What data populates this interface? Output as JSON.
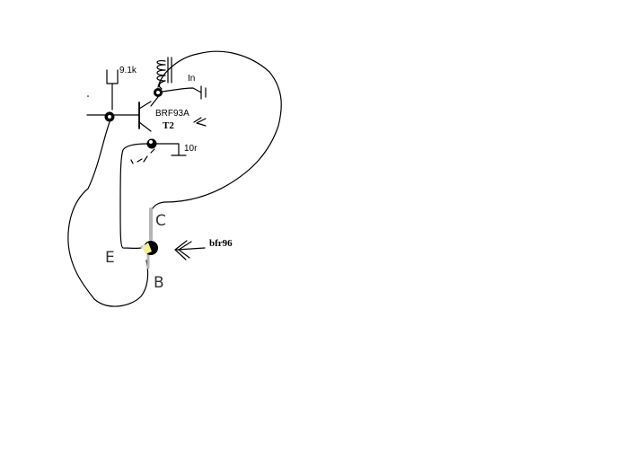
{
  "labels": {
    "resistor_top": "9.1k",
    "inductor": "In",
    "transistor_part": "BRF93A",
    "transistor_ref": "T2",
    "resistor_emitter": "10r",
    "pin_c": "C",
    "pin_e": "E",
    "pin_b": "B",
    "replacement_part": "bfr96"
  },
  "colors": {
    "wire": "#000000",
    "lead": "#b4b4b4",
    "pad": "#f3ef9a",
    "body": "#000000"
  }
}
